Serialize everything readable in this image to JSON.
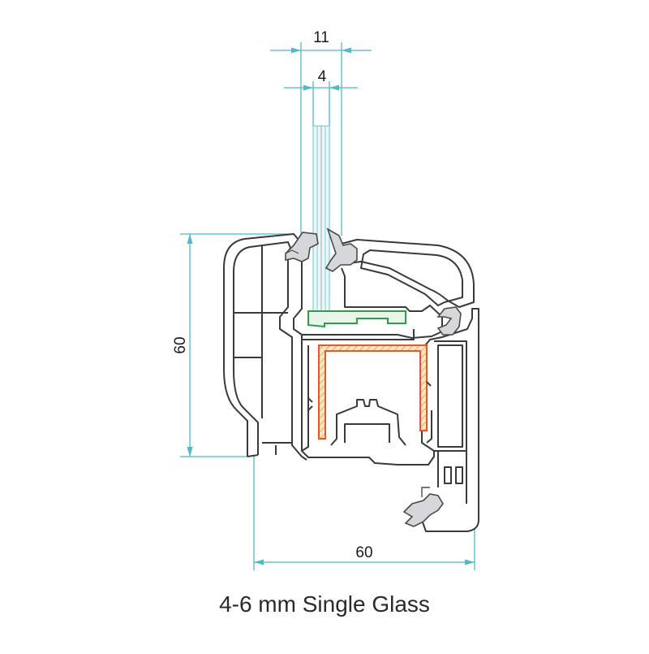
{
  "dimensions": {
    "glass_outer": "11",
    "glass_inner": "4",
    "height": "60",
    "width": "60"
  },
  "caption": "4-6 mm Single Glass",
  "colors": {
    "dimension_lines": "#4fb8c9",
    "profile_outline": "#3a3a3a",
    "gasket": "#a8aaae",
    "glazing_block": "#2e9e4a",
    "steel_reinforcement": "#e8572a",
    "glass": "#7fcfd9"
  }
}
